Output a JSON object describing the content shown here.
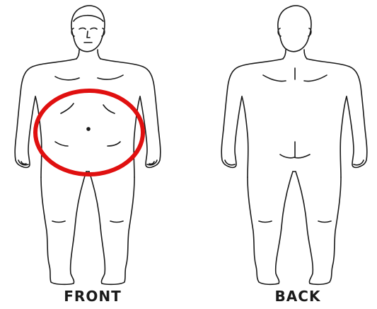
{
  "figures": {
    "front": {
      "label": "FRONT"
    },
    "back": {
      "label": "BACK"
    }
  },
  "highlight": {
    "shape": "circle",
    "region": "abdomen",
    "figure": "front",
    "color": "#e01010"
  },
  "outline_color": "#1a1a1a"
}
